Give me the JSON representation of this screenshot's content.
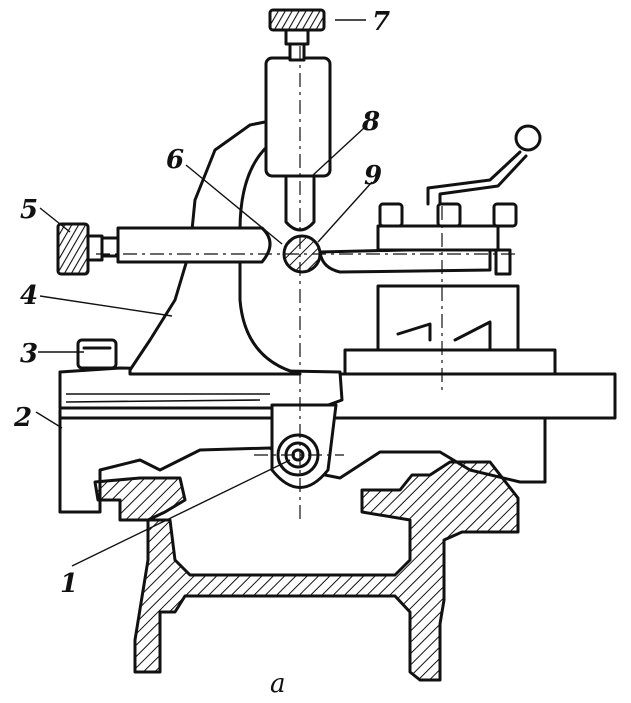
{
  "figure": {
    "caption": "a",
    "labels": {
      "l1": "1",
      "l2": "2",
      "l3": "3",
      "l4": "4",
      "l5": "5",
      "l6": "6",
      "l7": "7",
      "l8": "8",
      "l9": "9"
    }
  }
}
